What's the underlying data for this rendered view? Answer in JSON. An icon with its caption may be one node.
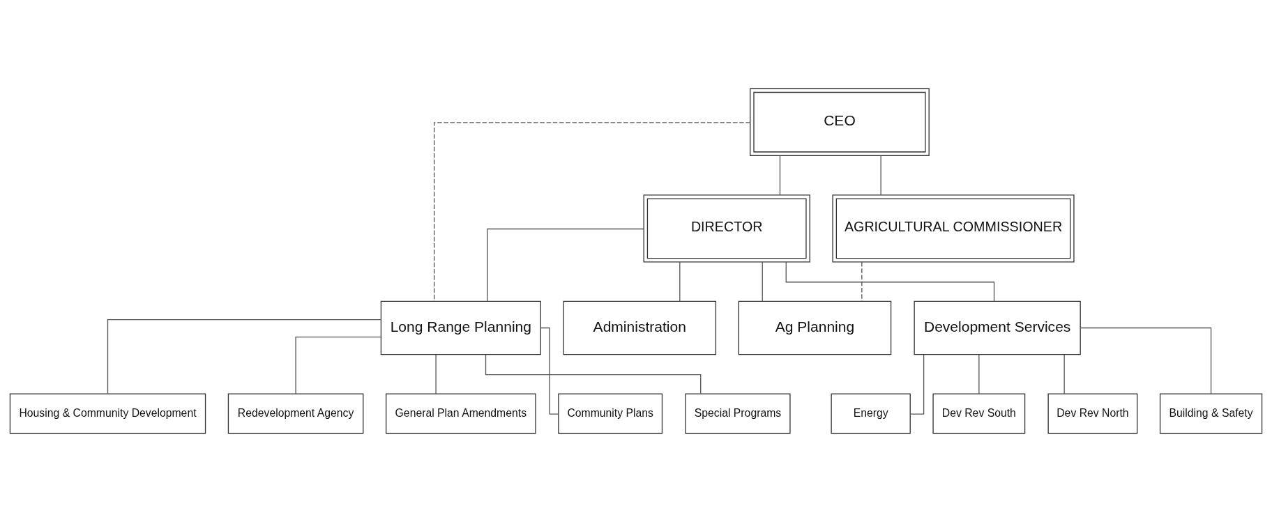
{
  "diagram": {
    "nodes": [
      {
        "text": [
          "CEO"
        ]
      },
      {
        "text": [
          "DIRECTOR"
        ]
      },
      {
        "text": [
          "AGRICULTURAL COMMISSIONER"
        ]
      },
      {
        "text": [
          "Long Range Planning"
        ]
      },
      {
        "text": [
          "Administration"
        ]
      },
      {
        "text": [
          "Ag Planning"
        ]
      },
      {
        "text": [
          "Development Services"
        ]
      },
      {
        "text": [
          "Housing & Community Development"
        ]
      },
      {
        "text": [
          "Redevelopment Agency"
        ]
      },
      {
        "text": [
          "General Plan Amendments"
        ]
      },
      {
        "text": [
          "Community Plans"
        ]
      },
      {
        "text": [
          "Special Programs"
        ]
      },
      {
        "text": [
          "Energy"
        ]
      },
      {
        "text": [
          "Dev Rev South"
        ]
      },
      {
        "text": [
          "Dev Rev North"
        ]
      },
      {
        "text": [
          "Building & Safety"
        ]
      }
    ],
    "edges": [
      {
        "from": 0,
        "to": 1,
        "arrow": "none"
      },
      {
        "from": 0,
        "to": 2,
        "arrow": "none"
      },
      {
        "from": 0,
        "to": 3,
        "arrow": "none",
        "style": "dashed"
      },
      {
        "from": 1,
        "to": 3,
        "arrow": "none"
      },
      {
        "from": 1,
        "to": 4,
        "arrow": "none"
      },
      {
        "from": 1,
        "to": 5,
        "arrow": "none"
      },
      {
        "from": 1,
        "to": 6,
        "arrow": "none"
      },
      {
        "from": 2,
        "to": 5,
        "arrow": "none",
        "style": "dashed"
      },
      {
        "from": 3,
        "to": 7,
        "arrow": "none"
      },
      {
        "from": 3,
        "to": 8,
        "arrow": "none"
      },
      {
        "from": 3,
        "to": 9,
        "arrow": "none"
      },
      {
        "from": 3,
        "to": 10,
        "arrow": "none"
      },
      {
        "from": 3,
        "to": 11,
        "arrow": "none"
      },
      {
        "from": 6,
        "to": 12,
        "arrow": "none"
      },
      {
        "from": 6,
        "to": 13,
        "arrow": "none"
      },
      {
        "from": 6,
        "to": 14,
        "arrow": "none"
      },
      {
        "from": 6,
        "to": 15,
        "arrow": "none"
      }
    ]
  }
}
